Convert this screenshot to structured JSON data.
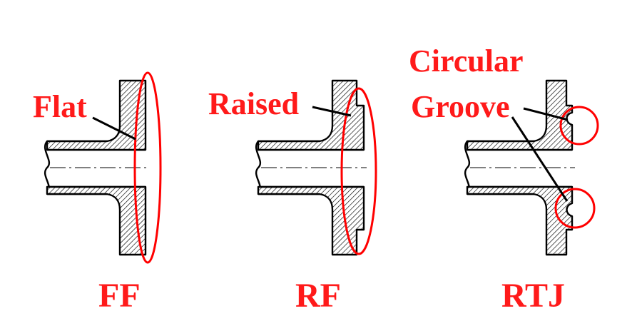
{
  "diagram": {
    "colors": {
      "label": "#ff1a1a",
      "outline": "#000000",
      "highlight": "#ff0000"
    },
    "flanges": [
      {
        "id": "ff",
        "face_label": "Flat",
        "code": "FF"
      },
      {
        "id": "rf",
        "face_label": "Raised",
        "code": "RF"
      },
      {
        "id": "rtj",
        "face_label_line1": "Circular",
        "face_label_line2": "Groove",
        "code": "RTJ"
      }
    ]
  }
}
